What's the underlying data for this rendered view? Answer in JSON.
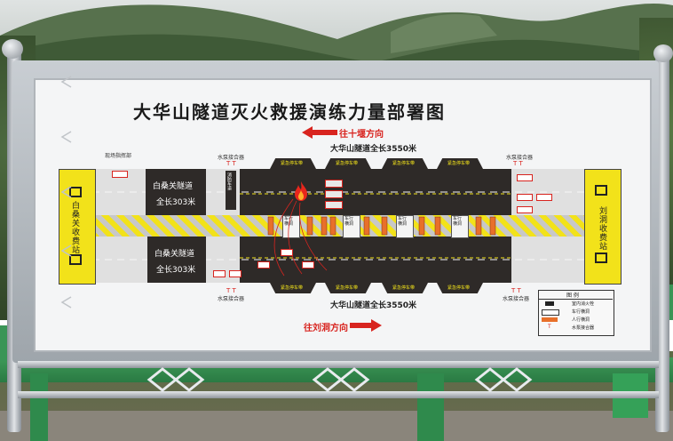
{
  "sign": {
    "title": "大华山隧道灭火救援演练力量部署图",
    "direction_top": "往十堰方向",
    "direction_bottom": "往刘洞方向",
    "tunnel_length_top": "大华山隧道全长3550米",
    "tunnel_length_bottom": "大华山隧道全长3550米",
    "toll_left": "白桑关收费站",
    "toll_right": "刘洞收费站",
    "tunnel_upper_name": "白桑关隧道",
    "tunnel_upper_length": "全长303米",
    "tunnel_lower_name": "白桑关隧道",
    "tunnel_lower_length": "全长303米",
    "label_command": "现场指挥部",
    "label_pump_tl": "水泵接合器",
    "label_pump_tr": "水泵接合器",
    "label_pump_bl": "水泵接合器",
    "label_pump_br": "水泵接合器",
    "label_hatch": "消防车道",
    "emergency_bays_top": [
      "紧急停车带",
      "紧急停车带",
      "紧急停车带",
      "紧急停车带"
    ],
    "emergency_bays_bottom": [
      "紧急停车带",
      "紧急停车带",
      "紧急停车带",
      "紧急停车带"
    ],
    "cross_passages": [
      "车行横洞",
      "车行横洞",
      "车行横洞",
      "车行横洞"
    ],
    "legend": {
      "title": "图 例",
      "items": [
        "室内消火栓",
        "车行横洞",
        "人行横洞",
        "水泵接合器"
      ]
    },
    "colors": {
      "accent_red": "#d8241f",
      "lane_yellow": "#f2e21a",
      "tunnel_dark": "#2e2a28",
      "frame_metal": "#b9bec4",
      "panel_white": "#f4f5f6"
    }
  }
}
